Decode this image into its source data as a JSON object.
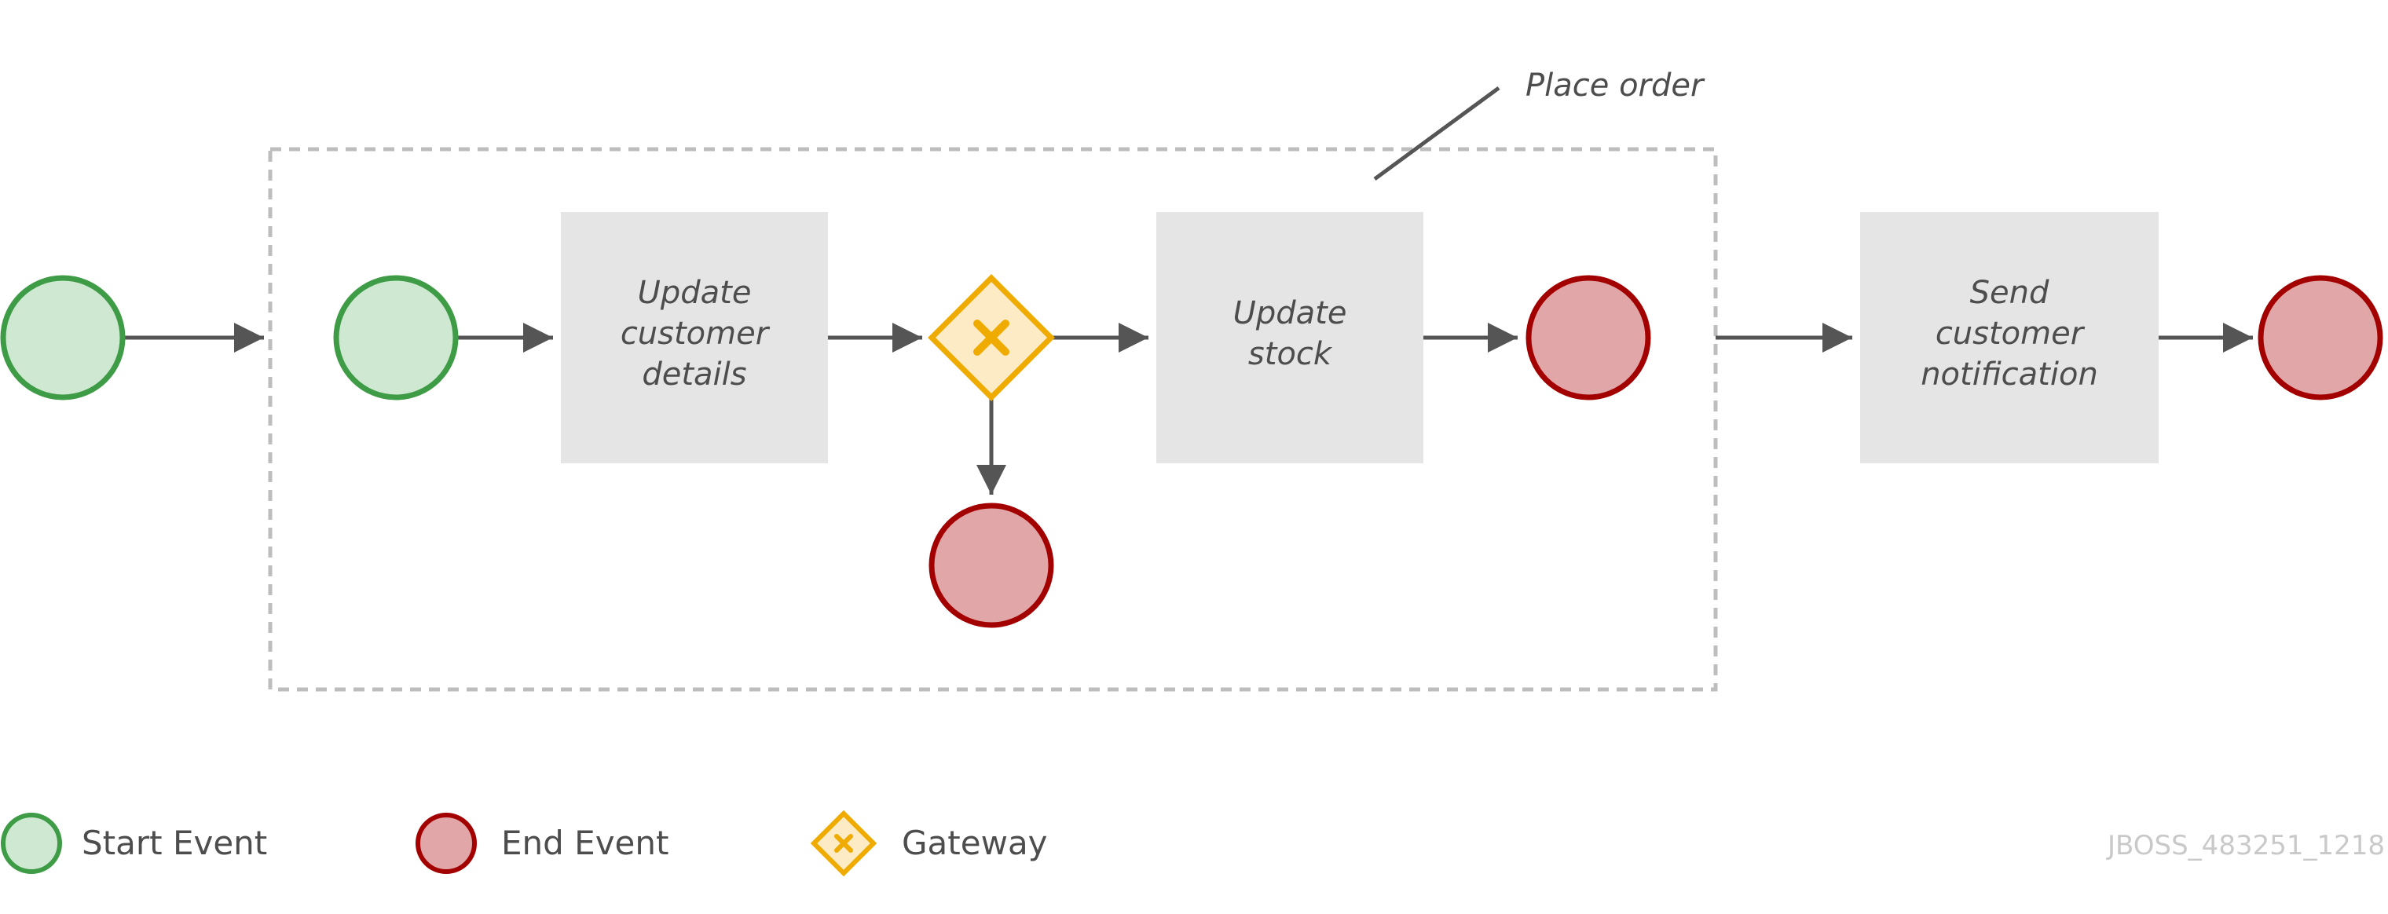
{
  "subprocess": {
    "annotation": "Place order"
  },
  "tasks": {
    "update_customer": [
      "Update",
      "customer",
      "details"
    ],
    "update_stock": [
      "Update",
      "stock"
    ],
    "send_notification": [
      "Send",
      "customer",
      "notification"
    ]
  },
  "legend": {
    "start": "Start Event",
    "end": "End Event",
    "gateway": "Gateway"
  },
  "reference_id": "JBOSS_483251_1218",
  "colors": {
    "start_fill": "#cfe8d2",
    "start_stroke": "#3f9c46",
    "end_fill": "#e0a6a8",
    "end_stroke": "#a30000",
    "gateway_fill": "#fcebc5",
    "gateway_stroke": "#f0ab00",
    "task_fill": "#e5e5e5",
    "connector": "#555555",
    "subprocess_border": "#bdbdbd"
  }
}
